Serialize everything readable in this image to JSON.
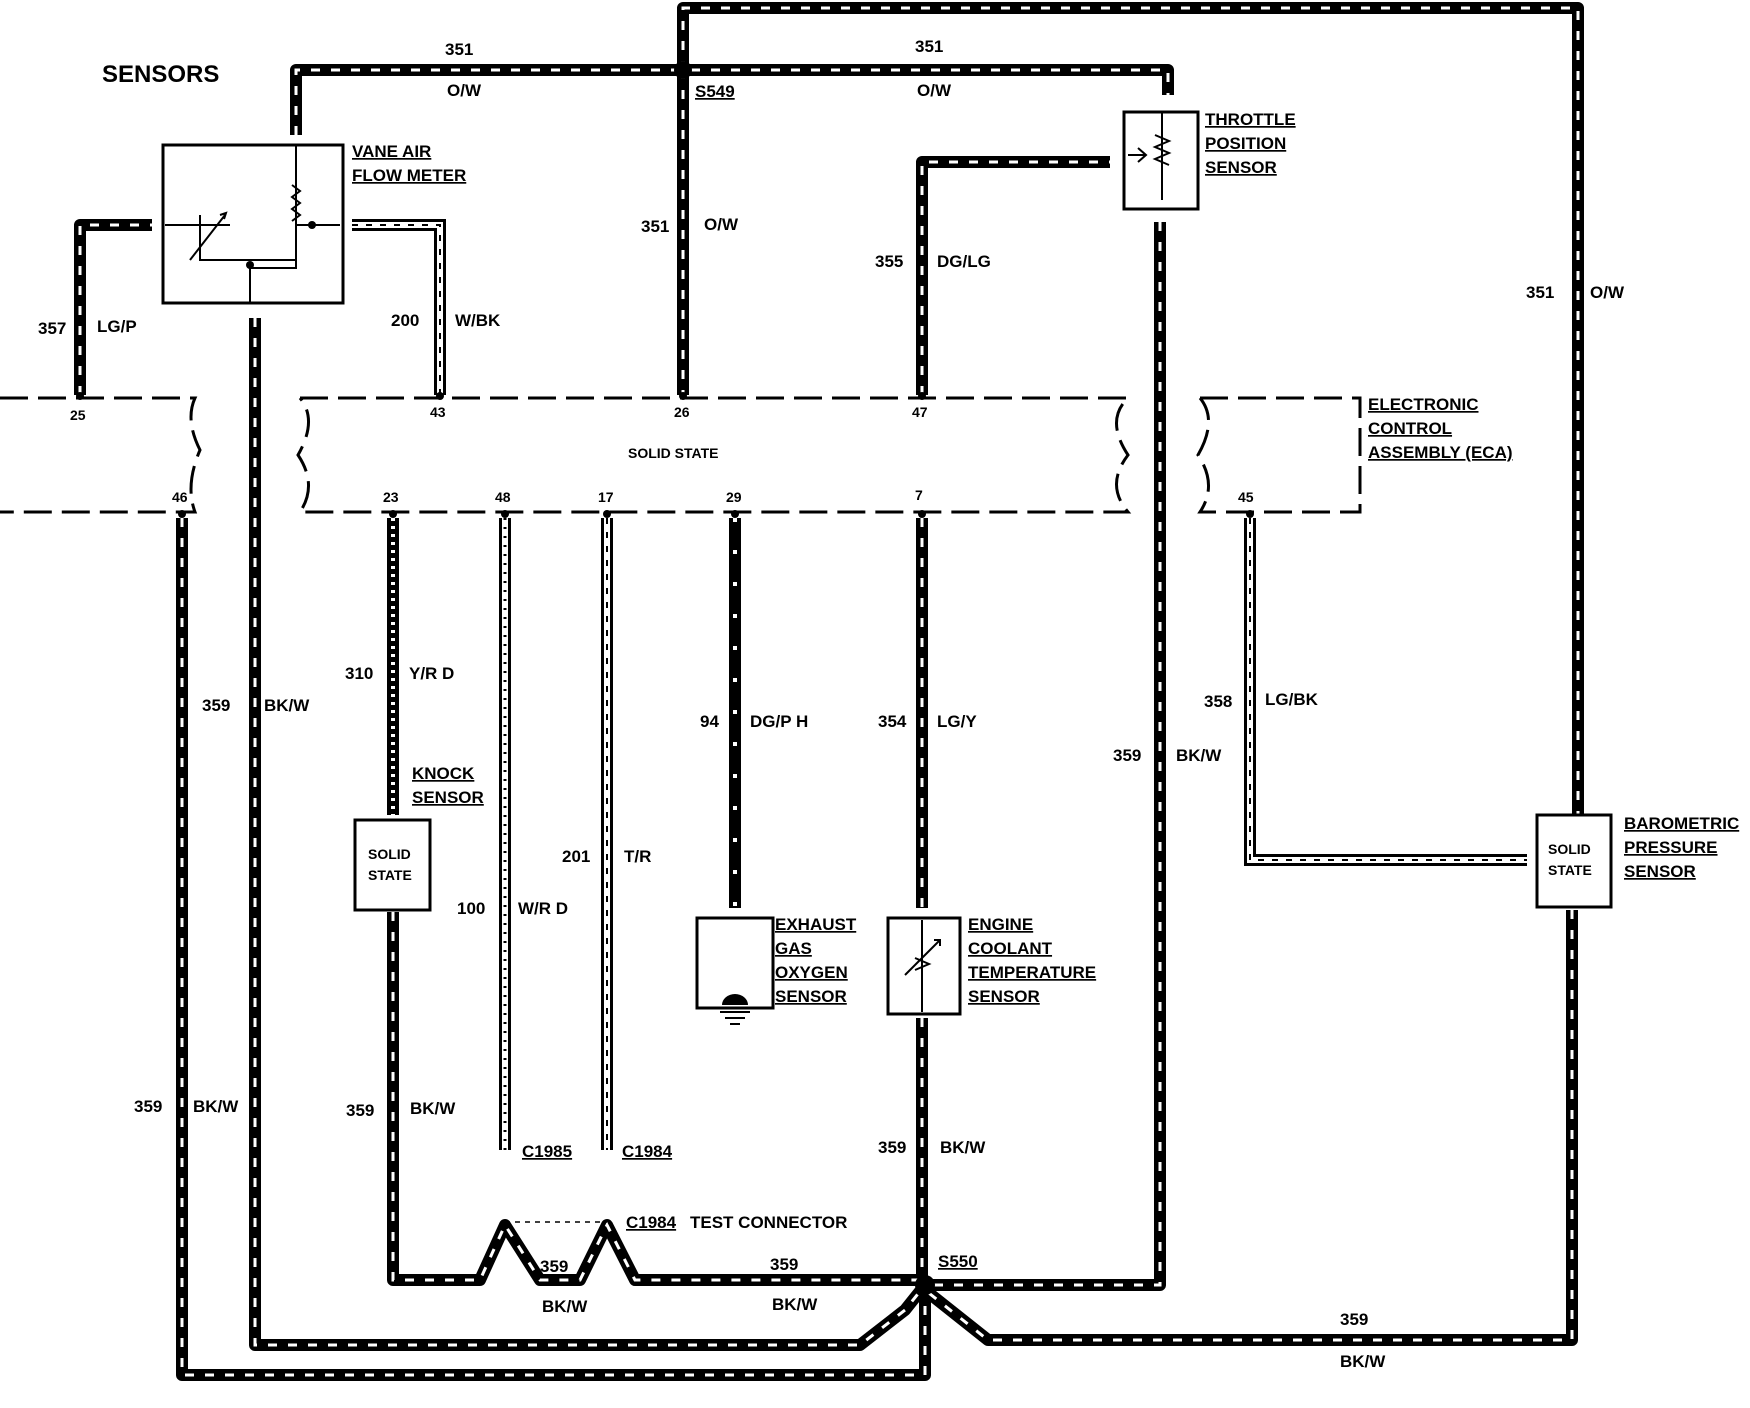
{
  "title": "SENSORS",
  "eca": {
    "label_1": "ELECTRONIC",
    "label_2": "CONTROL",
    "label_3": "ASSEMBLY (ECA)",
    "solid_state": "SOLID STATE"
  },
  "pins": {
    "p25": "25",
    "p46": "46",
    "p43": "43",
    "p26": "26",
    "p47": "47",
    "p23": "23",
    "p48": "48",
    "p17": "17",
    "p29": "29",
    "p7": "7",
    "p45": "45"
  },
  "splices": {
    "s549": "S549",
    "s550": "S550"
  },
  "connectors": {
    "c1985": "C1985",
    "c1984": "C1984",
    "c1984_test": "C1984",
    "test_connector": "TEST CONNECTOR"
  },
  "components": {
    "vane_air_1": "VANE AIR",
    "vane_air_2": "FLOW METER",
    "tps_1": "THROTTLE",
    "tps_2": "POSITION",
    "tps_3": "SENSOR",
    "knock_1": "KNOCK",
    "knock_2": "SENSOR",
    "knock_box_1": "SOLID",
    "knock_box_2": "STATE",
    "ego_1": "EXHAUST",
    "ego_2": "GAS",
    "ego_3": "OXYGEN",
    "ego_4": "SENSOR",
    "ect_1": "ENGINE",
    "ect_2": "COOLANT",
    "ect_3": "TEMPERATURE",
    "ect_4": "SENSOR",
    "baro_1": "BAROMETRIC",
    "baro_2": "PRESSURE",
    "baro_3": "SENSOR",
    "baro_box_1": "SOLID",
    "baro_box_2": "STATE"
  },
  "wires": {
    "w351_top_left": "351",
    "c351_top_left": "O/W",
    "w351_top_right": "351",
    "c351_top_right": "O/W",
    "w351_mid": "351",
    "c351_mid": "O/W",
    "w351_right": "351",
    "c351_right": "O/W",
    "w355": "355",
    "c355": "DG/LG",
    "w357": "357",
    "c357": "LG/P",
    "w200": "200",
    "c200": "W/BK",
    "w310": "310",
    "c310": "Y/R D",
    "w359_vaf": "359",
    "c359_vaf": "BK/W",
    "w94": "94",
    "c94": "DG/P H",
    "w354": "354",
    "c354": "LG/Y",
    "w358": "358",
    "c358": "LG/BK",
    "w359_tps": "359",
    "c359_tps": "BK/W",
    "w201": "201",
    "c201": "T/R",
    "w100": "100",
    "c100": "W/R D",
    "w359_left": "359",
    "c359_left": "BK/W",
    "w359_knock": "359",
    "c359_knock": "BK/W",
    "w359_ect": "359",
    "c359_ect": "BK/W",
    "w359_test": "359",
    "c359_test": "BK/W",
    "w359_bot": "359",
    "c359_bot": "BK/W",
    "w359_baro": "359",
    "c359_baro": "BK/W"
  }
}
